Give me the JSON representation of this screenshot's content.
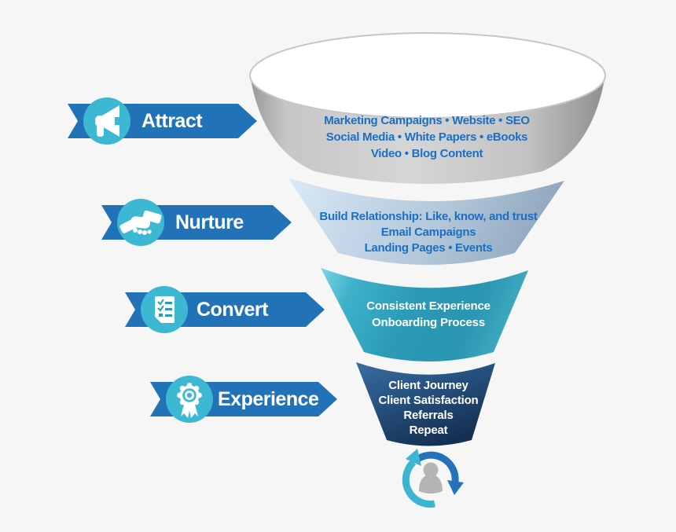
{
  "diagram": {
    "type": "marketing-funnel",
    "stages": [
      {
        "label": "Attract",
        "icon": "megaphone-icon",
        "funnel_lines": [
          "Marketing Campaigns • Website • SEO",
          "Social Media • White Papers • eBooks",
          "Video • Blog Content"
        ]
      },
      {
        "label": "Nurture",
        "icon": "handshake-icon",
        "funnel_lines": [
          "Build Relationship: Like, know, and trust",
          "Email Campaigns",
          "Landing Pages • Events"
        ]
      },
      {
        "label": "Convert",
        "icon": "checklist-icon",
        "funnel_lines": [
          "Consistent Experience",
          "Onboarding Process"
        ]
      },
      {
        "label": "Experience",
        "icon": "award-ribbon-icon",
        "funnel_lines": [
          "Client Journey",
          "Client Satisfaction",
          "Referrals",
          "Repeat"
        ]
      }
    ],
    "footer_icon": "customer-cycle-icon",
    "colors": {
      "background": "#f5f6f5",
      "banner_blue": "#2272b8",
      "icon_circle_teal": "#3cb8d3",
      "funnel_text_blue": "#1b70c5",
      "funnel_text_white": "#ffffff",
      "funnel_stage1_gray": "#c9c9c9",
      "funnel_stage2_steel_blue": "#b7cadc",
      "funnel_stage3_teal": "#2b9ab5",
      "funnel_stage4_navy": "#24507e",
      "cycle_person_gray": "#b4b4b4",
      "cycle_arrow_blue": "#2672ba",
      "cycle_arrow_cyan": "#3cb5d3"
    }
  }
}
